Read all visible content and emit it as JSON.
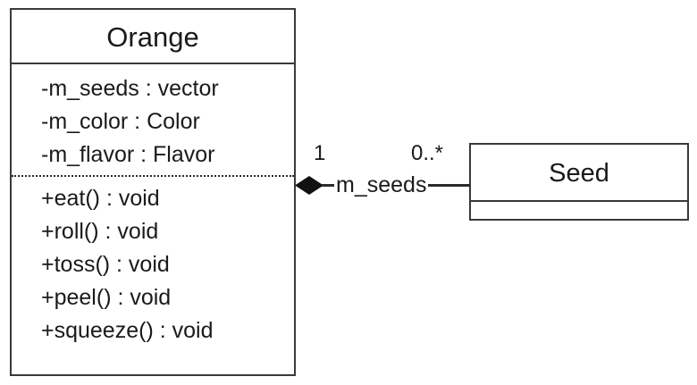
{
  "diagram": {
    "type": "uml-class-diagram",
    "background_color": "#ffffff",
    "line_color": "#3a3a3a",
    "text_color": "#1a1a1a"
  },
  "classes": [
    {
      "id": "orange",
      "name": "Orange",
      "attributes": [
        "-m_seeds : vector",
        "-m_color : Color",
        "-m_flavor : Flavor"
      ],
      "operations": [
        "+eat() : void",
        "+roll() : void",
        "+toss() : void",
        "+peel() : void",
        "+squeeze() : void"
      ]
    },
    {
      "id": "seed",
      "name": "Seed",
      "attributes": [],
      "operations": []
    }
  ],
  "association": {
    "kind": "composition",
    "source_class": "Orange",
    "target_class": "Seed",
    "source_multiplicity": "1",
    "target_multiplicity": "0..*",
    "role_label": "m_seeds",
    "diamond": "filled-diamond-icon"
  }
}
